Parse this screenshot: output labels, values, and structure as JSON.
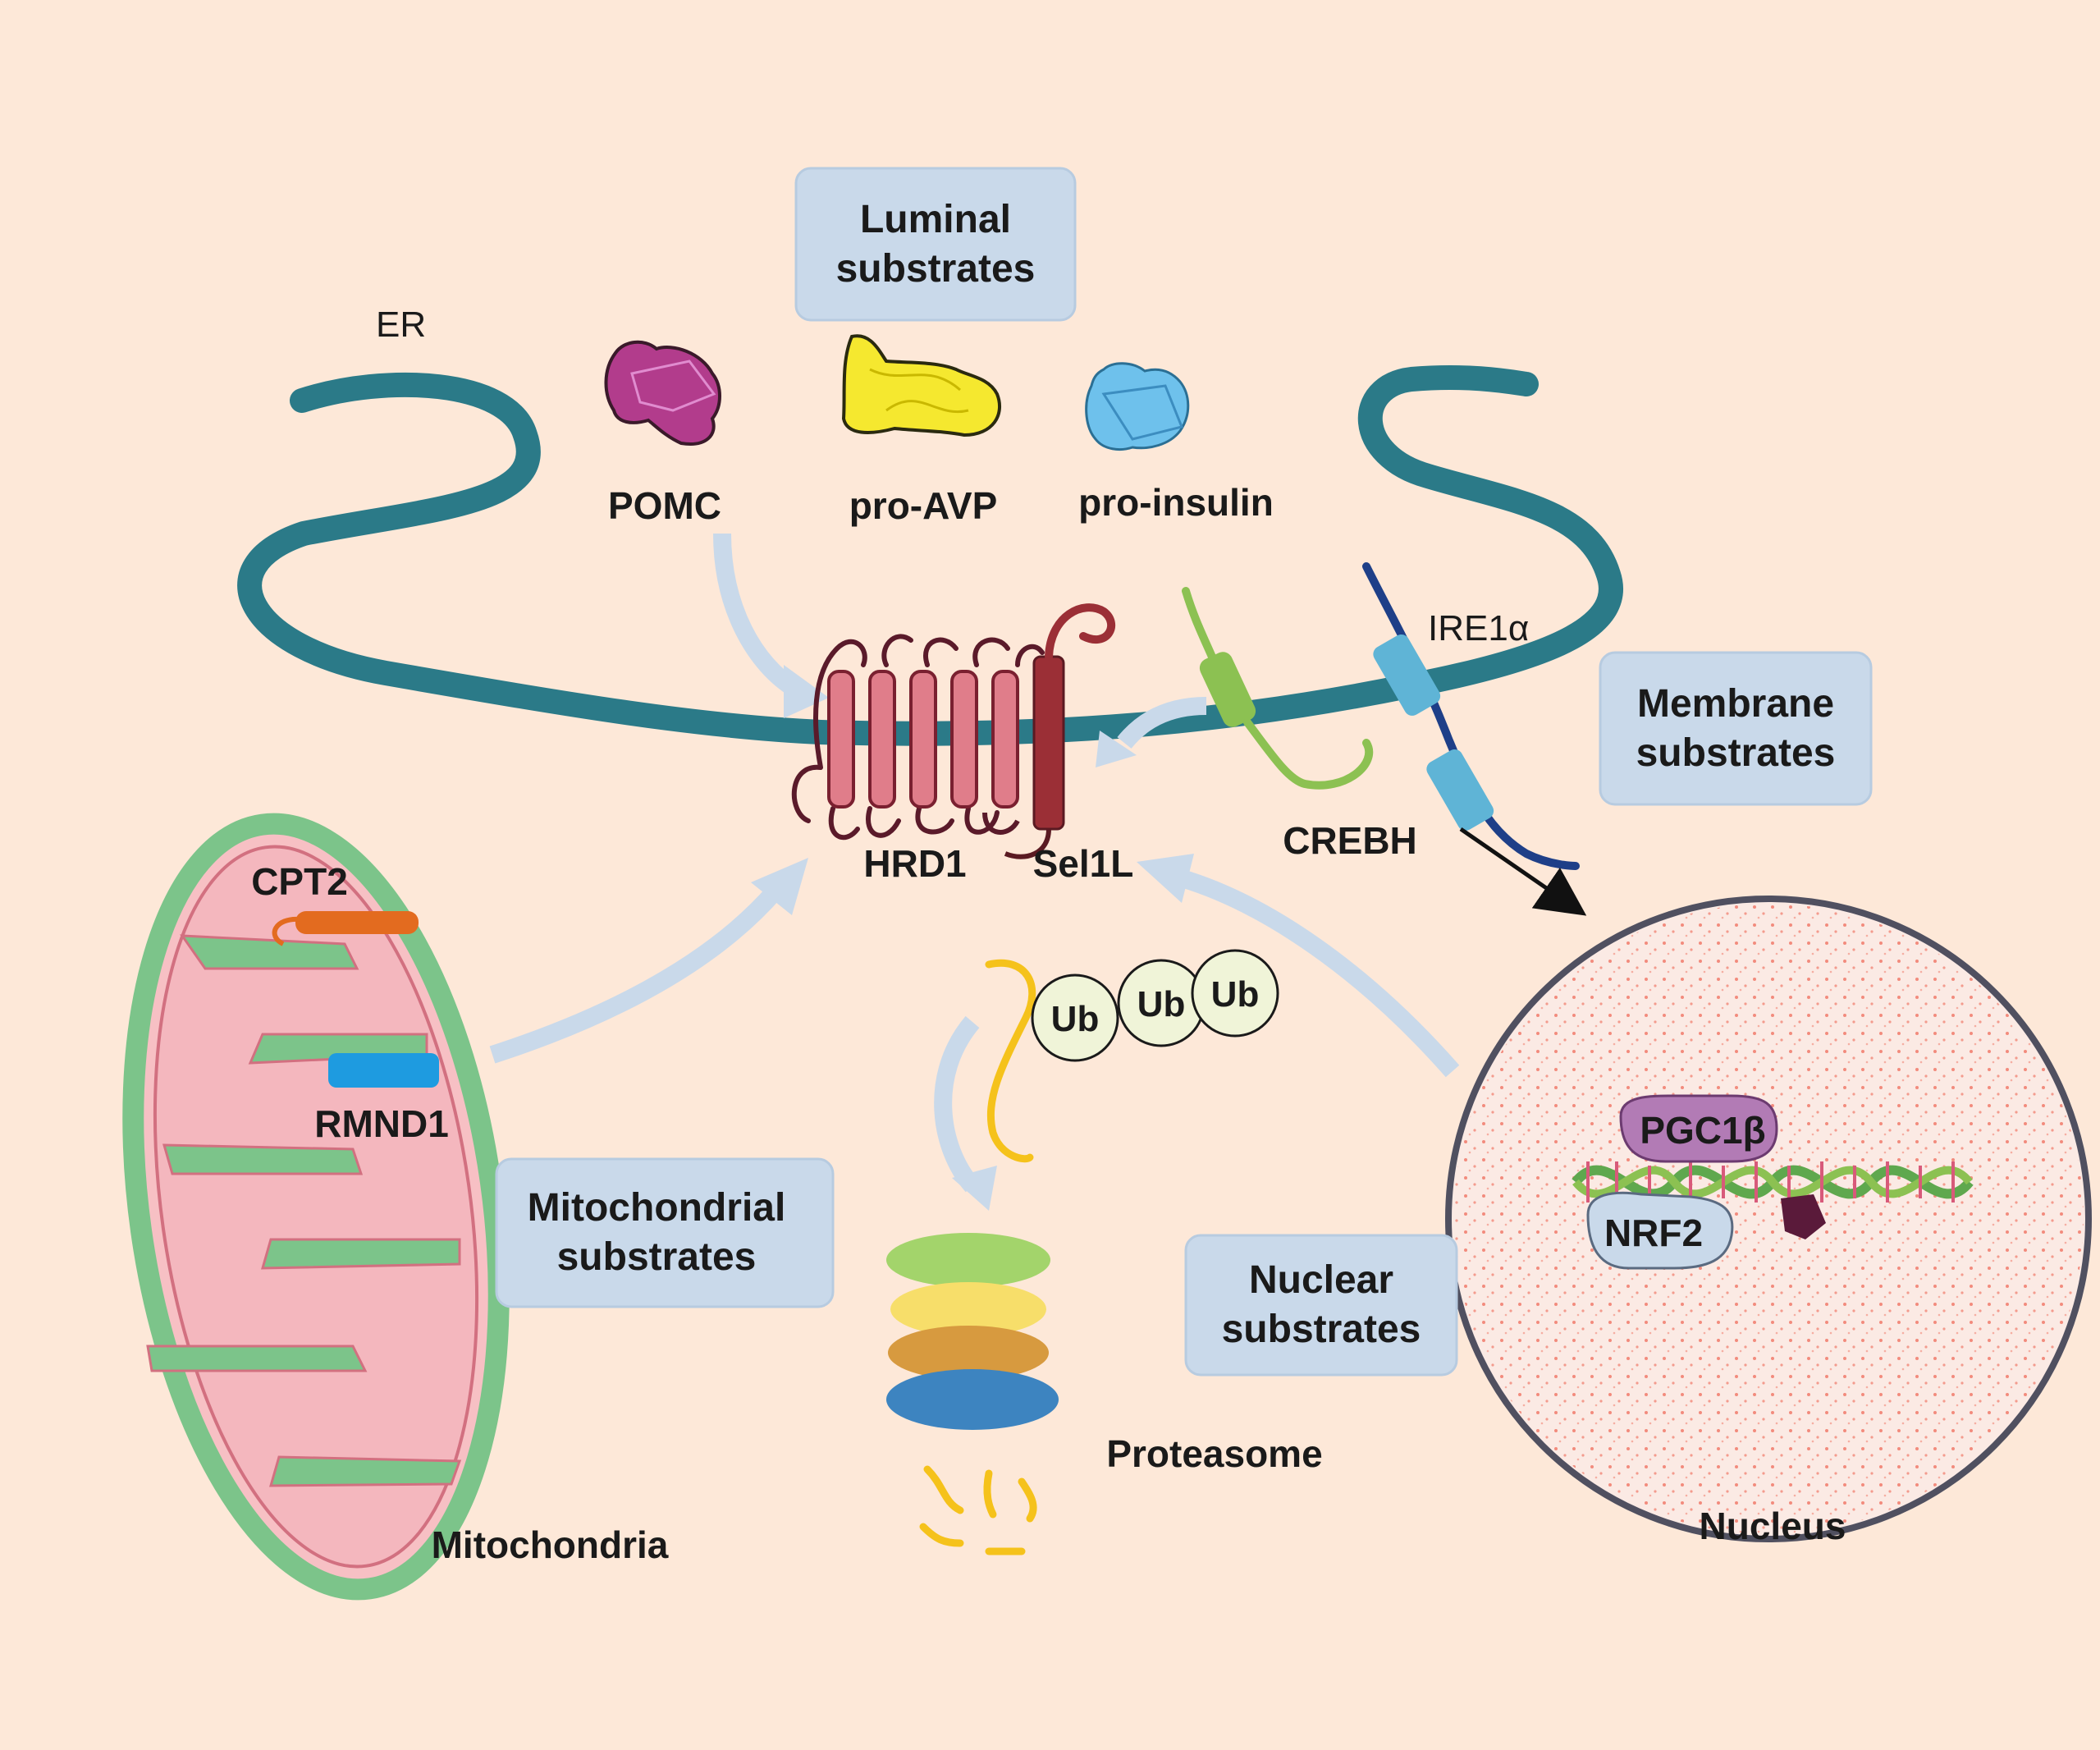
{
  "labels": {
    "er": "ER",
    "pomc": "POMC",
    "pro_avp": "pro-AVP",
    "pro_insulin": "pro-insulin",
    "ire1a": "IRE1α",
    "hrd1": "HRD1",
    "sel1l": "Sel1L",
    "crebh": "CREBH",
    "cpt2": "CPT2",
    "rmnd1": "RMND1",
    "mitochondria": "Mitochondria",
    "proteasome": "Proteasome",
    "nucleus": "Nucleus",
    "pgc1b": "PGC1β",
    "nrf2": "NRF2",
    "ub": "Ub"
  },
  "boxes": {
    "luminal": [
      "Luminal",
      "substrates"
    ],
    "membrane": [
      "Membrane",
      "substrates"
    ],
    "mitochondrial": [
      "Mitochondrial",
      "substrates"
    ],
    "nuclear": [
      "Nuclear",
      "substrates"
    ]
  },
  "colors": {
    "background": "#fde8d8",
    "er_membrane": "#2b7a88",
    "box_fill": "#c9d9ea",
    "hrd1": "#e07d8a",
    "sel1l": "#9b2f36",
    "crebh": "#8cc152",
    "ire1a": "#5fb4d6",
    "mito_outer": "#7cc48a",
    "mito_inner": "#f4b7be",
    "proteasome": [
      "#a3d46b",
      "#f7de6a",
      "#d79a3f",
      "#3d84c0"
    ]
  }
}
